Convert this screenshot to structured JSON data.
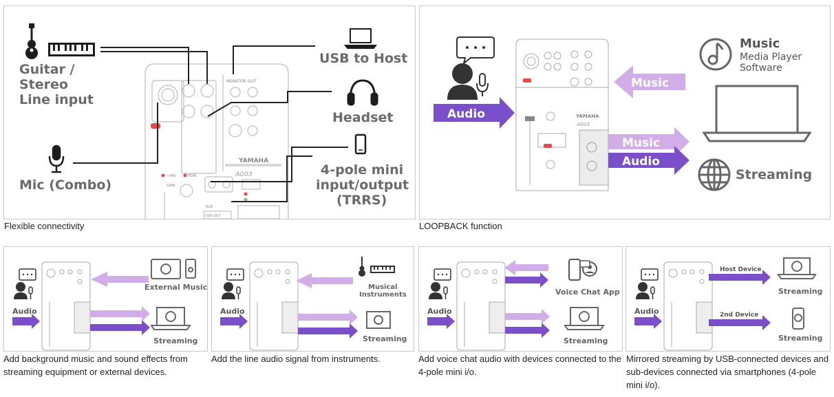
{
  "panels": {
    "connectivity": {
      "caption": "Flexible connectivity",
      "labels": {
        "guitar_1": "Guitar /",
        "guitar_2": "Stereo",
        "guitar_3": "Line input",
        "mic": "Mic (Combo)",
        "usb": "USB to Host",
        "headset": "Headset",
        "pole_1": "4-pole mini",
        "pole_2": "input/output",
        "pole_3": "(TRRS)"
      },
      "device_text": {
        "brand": "YAMAHA",
        "model": "AG03",
        "monitor_out": "MONITOR OUT",
        "phantom": "+48V",
        "peak": "PEAK",
        "gain": "GAIN",
        "aux": "AUX",
        "usb_port": "USB OUT"
      }
    },
    "loopback": {
      "caption": "LOOPBACK function",
      "labels": {
        "music_in": "Music",
        "audio_in": "Audio",
        "music_out": "Music",
        "audio_out": "Audio",
        "software_1": "Music",
        "software_2": "Media Player",
        "software_3": "Software",
        "streaming": "Streaming"
      },
      "device_text": {
        "brand": "YAMAHA",
        "model": "AG03"
      }
    },
    "small": [
      {
        "caption": "Add background music and sound effects from streaming equipment or external devices.",
        "labels": {
          "audio": "Audio",
          "source": "External Music",
          "dest": "Streaming"
        }
      },
      {
        "caption": "Add the line audio signal from instruments.",
        "labels": {
          "audio": "Audio",
          "source_1": "Musical",
          "source_2": "Instruments",
          "dest": "Streaming"
        }
      },
      {
        "caption": "Add voice chat audio with devices connected to the 4-pole mini i/o.",
        "labels": {
          "audio": "Audio",
          "source": "Voice Chat App",
          "dest": "Streaming"
        }
      },
      {
        "caption": "Mirrored streaming by USB-connected devices and sub-devices connected via smartphones (4-pole mini i/o).",
        "labels": {
          "audio": "Audio",
          "host": "Host Device",
          "second": "2nd Device",
          "dest_1": "Streaming",
          "dest_2": "Streaming"
        }
      }
    ]
  },
  "colors": {
    "purple_dark": "#7b4fc9",
    "purple_light": "#d2aee8",
    "gray_label": "#6b6b6b",
    "border": "#c9c9c9"
  },
  "icons": [
    "guitar-icon",
    "keyboard-icon",
    "microphone-icon",
    "laptop-icon",
    "headset-icon",
    "smartphone-icon",
    "chat-bubble-icon",
    "person-icon",
    "music-note-icon",
    "globe-icon",
    "tablet-icon"
  ]
}
